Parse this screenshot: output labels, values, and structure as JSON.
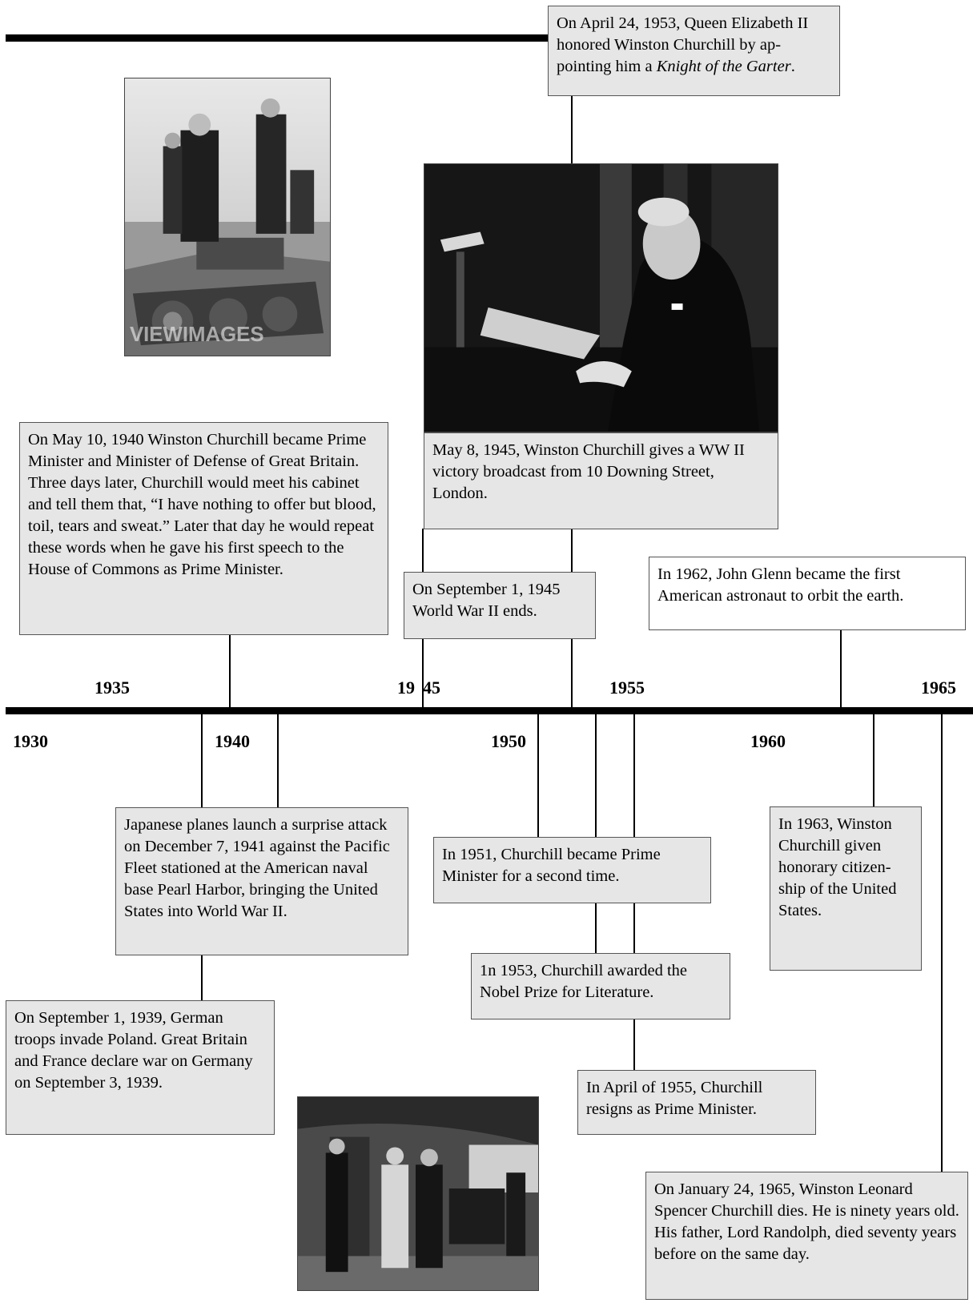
{
  "years": {
    "y1930": "1930",
    "y1935": "1935",
    "y1940": "1940",
    "y1945a": "19",
    "y1945b": "45",
    "y1950": "1950",
    "y1955": "1955",
    "y1960": "1960",
    "y1965": "1965"
  },
  "events": {
    "garter_pre": "On April 24, 1953, Queen Elizabeth II honored Winston Churchill by ap-pointing him a ",
    "garter_italic": "Knight of the Garter",
    "garter_post": ".",
    "pm_1940": "On May 10, 1940 Winston Churchill became Prime Minister and Minister of Defense of Great Britain. Three days later, Churchill would meet his cabinet and tell them that, “I have nothing to offer but blood, toil, tears and sweat.”  Later that day he would repeat these words when he gave his first speech to the House of Commons as Prime Minister.",
    "ve_day": "May 8, 1945, Winston Churchill gives a WW II victory broadcast from 10 Downing Street, London.",
    "ww2_ends": "On September 1, 1945 World War II ends.",
    "glenn": "In 1962, John Glenn became the first American astronaut to orbit the earth.",
    "pearl_harbor": "Japanese planes launch a surprise attack on December 7, 1941 against the Pacific Fleet stationed at the American naval base Pearl Harbor, bringing the United States into World War II.",
    "pm_1951": "In 1951, Churchill became Prime Minister for a second time.",
    "citizenship": "In 1963, Winston Churchill given honorary citizen-ship of the United States.",
    "nobel": "1n 1953, Churchill awarded the Nobel Prize for Literature.",
    "poland": "On September 1, 1939, German troops invade Poland.  Great Britain and France declare war on Germany on September 3, 1939.",
    "resigns": "In April of 1955, Churchill resigns as Prime Minister.",
    "death": "On January 24, 1965, Winston Leonard Spencer Churchill dies.  He is ninety years old.  His father, Lord Randolph, died seventy years before on the same day."
  },
  "photos": {
    "tank_watermark": "VIEWIMAGES"
  }
}
